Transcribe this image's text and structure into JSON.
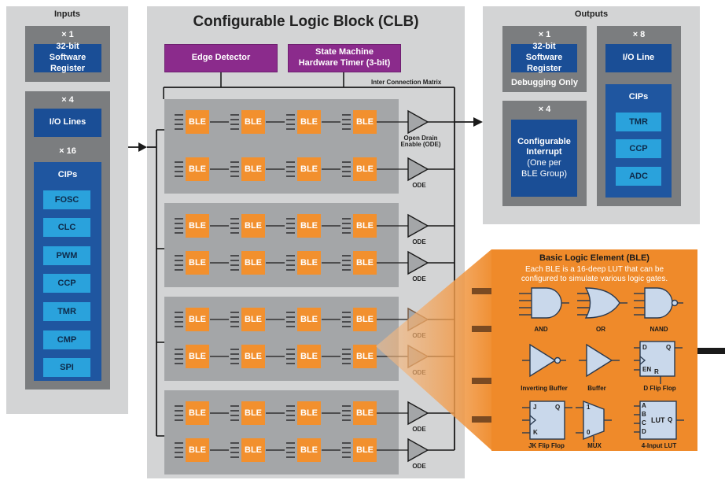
{
  "inputs": {
    "title": "Inputs",
    "sw_mult": "× 1",
    "sw_label": "32-bit Software Register",
    "io_mult": "× 4",
    "io_label": "I/O Lines",
    "cip_mult": "× 16",
    "cips_title": "CIPs",
    "cips": [
      "FOSC",
      "CLC",
      "PWM",
      "CCP",
      "TMR",
      "CMP",
      "SPI"
    ]
  },
  "clb": {
    "title": "Configurable Logic Block (CLB)",
    "edge_detector": "Edge Detector",
    "state_machine": "State Machine Hardware Timer (3-bit)",
    "matrix_label": "Inter Connection Matrix",
    "ble_label": "BLE",
    "ode_full_1": "Open Drain",
    "ode_full_2": "Enable (ODE)",
    "ode_short": "ODE"
  },
  "outputs": {
    "title": "Outputs",
    "sw_mult": "× 1",
    "sw_label": "32-bit Software Register",
    "sw_note": "Debugging Only",
    "io_mult": "× 8",
    "io_label": "I/O Line",
    "int_mult": "× 4",
    "int_label_1": "Configurable",
    "int_label_2": "Interrupt",
    "int_label_3": "(One per",
    "int_label_4": "BLE Group)",
    "cips_title": "CIPs",
    "cips": [
      "TMR",
      "CCP",
      "ADC"
    ]
  },
  "ble_detail": {
    "title": "Basic Logic Element (BLE)",
    "desc_1": "Each BLE is a 16-deep LUT that can be",
    "desc_2": "configured to simulate various logic gates.",
    "gates": [
      "AND",
      "OR",
      "NAND",
      "Inverting Buffer",
      "Buffer",
      "D Flip Flop",
      "JK Flip Flop",
      "MUX",
      "4-Input LUT"
    ],
    "dff_pins": [
      "D",
      "Q",
      "EN",
      "R"
    ],
    "jk_pins": [
      "J",
      "Q",
      "K"
    ],
    "mux_pins": [
      "1",
      "0"
    ],
    "lut_pins": [
      "A",
      "B",
      "C",
      "D",
      "LUT",
      "Q"
    ]
  },
  "colors": {
    "panel_gray": "#d3d4d5",
    "blue": "#1a4e96",
    "cyan": "#2aa2dc",
    "purple": "#8b2b8c",
    "orange": "#ef8a2a"
  }
}
